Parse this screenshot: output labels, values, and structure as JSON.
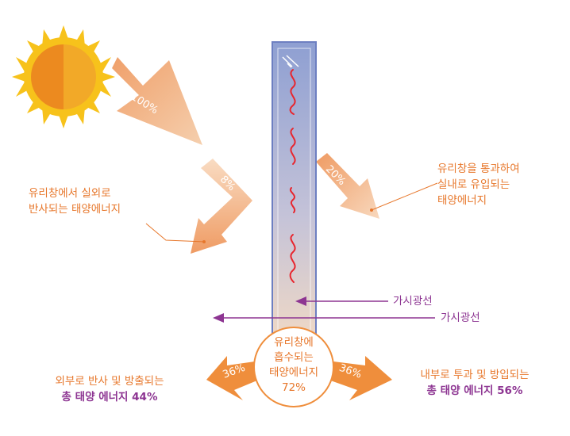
{
  "arrows": {
    "incident": "100%",
    "reflected": "8%",
    "transmitted": "20%",
    "outward": "36%",
    "inward": "36%"
  },
  "labels": {
    "reflected": [
      "유리창에서 실외로",
      "반사되는 태양에너지"
    ],
    "transmitted": [
      "유리창을 통과하여",
      "실내로 유입되는",
      "태양에너지"
    ],
    "visible_light_in": "가시광선",
    "visible_light_out": "가시광선",
    "absorbed": [
      "유리창에",
      "흡수되는",
      "태양에너지",
      "72%"
    ],
    "outward": {
      "line1": "외부로 반사 및 방출되는",
      "line2": "총 태양 에너지 44%"
    },
    "inward": {
      "line1": "내부로 투과 및 방입되는",
      "line2": "총 태양 에너지 56%"
    }
  },
  "colors": {
    "accent_orange": "#e7772b",
    "accent_purple": "#8d3592",
    "sun_yellow": "#f7c21b",
    "sun_orange": "#ec8a1f",
    "glass_blue": "#8e9fd2",
    "heat_wave_red": "#e8252d"
  },
  "icons": [
    "sun-icon",
    "heat-wave-icon",
    "glass-glare-icon"
  ]
}
